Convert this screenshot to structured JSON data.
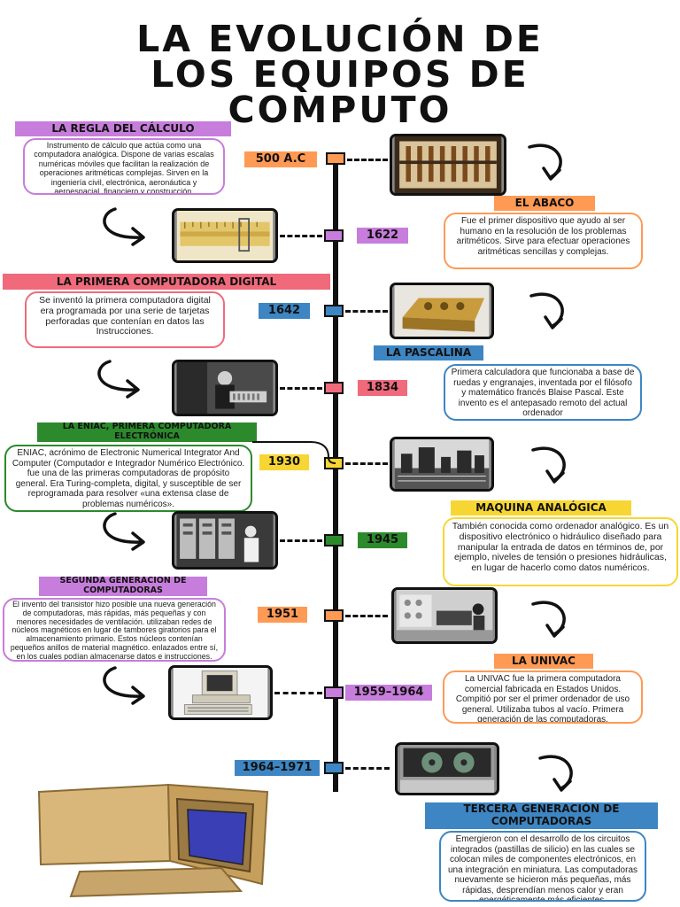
{
  "title": {
    "line1": "LA EVOLUCIÓN DE",
    "line2": "LOS EQUIPOS DE",
    "line3": "COMPUTO"
  },
  "colors": {
    "purple": "#c77ddb",
    "orange": "#ff9a55",
    "pink": "#f06a7c",
    "blue": "#3d86c3",
    "green": "#2c8a2c",
    "yellow": "#f7d633",
    "spine": "#111111"
  },
  "entries": [
    {
      "year": "500 A.C",
      "heading": "EL ABACO",
      "text": "Fue el primer dispositivo que ayudo al ser humano en la resolución de los problemas aritméticos. Sirve para efectuar operaciones aritméticas sencillas y complejas.",
      "color": "orange",
      "photo_icon": "abacus-photo"
    },
    {
      "year": "1622",
      "heading": "LA REGLA DEL CÁLCULO",
      "text": "Instrumento de cálculo que actúa como una computadora analógica. Dispone de varias escalas numéricas móviles que facilitan la realización de operaciones aritméticas complejas. Sirven en la ingeniería civil, electrónica, aeronáutica y aeroespacial, financiero y construcción.",
      "color": "purple",
      "photo_icon": "slide-rule-photo"
    },
    {
      "year": "1642",
      "heading": "LA PASCALINA",
      "text": "Primera calculadora que funcionaba a base de ruedas y engranajes, inventada por el filósofo y matemático francés Blaise Pascal. Este invento es el antepasado remoto del actual ordenador",
      "color": "blue",
      "photo_icon": "pascaline-photo"
    },
    {
      "year": "1834",
      "heading": "LA PRIMERA COMPUTADORA DIGITAL",
      "text": "Se inventó la primera computadora digital era programada por una serie de tarjetas perforadas que contenían en datos las Instrucciones.",
      "color": "pink",
      "photo_icon": "punch-card-computer-photo"
    },
    {
      "year": "1930",
      "heading": "MAQUINA ANALÓGICA",
      "text": "También conocida como ordenador analógico. Es un dispositivo electrónico o hidráulico diseñado para manipular la entrada de datos en términos de, por ejemplo, niveles de tensión o presiones hidráulicas, en lugar de hacerlo como datos numéricos.",
      "color": "yellow",
      "photo_icon": "analog-machine-photo"
    },
    {
      "year": "1945",
      "heading": "LA ENIAC, PRIMERA COMPUTADORA ELECTRÓNICA",
      "text": "ENIAC, acrónimo de Electronic Numerical Integrator And Computer (Computador e Integrador Numérico Electrónico. fue una de las primeras computadoras de propósito general. Era Turing-completa, digital, y susceptible de ser reprogramada para resolver «una extensa clase de problemas numéricos».",
      "color": "green",
      "photo_icon": "eniac-photo"
    },
    {
      "year": "1951",
      "heading": "LA UNIVAC",
      "text": "La UNIVAC fue la primera computadora comercial fabricada en Estados Unidos. Compitió por ser el primer ordenador de uso general. Utilizaba tubos al vacío. Primera generación de las computadoras.",
      "color": "orange",
      "photo_icon": "univac-photo"
    },
    {
      "year": "1959–1964",
      "heading": "SEGUNDA GENERACIÓN DE COMPUTADORAS",
      "text": "El invento del transistor hizo posible una nueva generación de computadoras, más rápidas, más pequeñas y con menores necesidades de ventilación. utilizaban redes de núcleos magnéticos en lugar de tambores giratorios para el almacenamiento primario. Estos núcleos contenían pequeños anillos de material magnético. enlazados entre sí, en los cuales podían almacenarse datos e instrucciones.",
      "color": "purple",
      "photo_icon": "personal-computer-photo"
    },
    {
      "year": "1964–1971",
      "heading": "TERCERA GENERACIÓN DE COMPUTADORAS",
      "text": "Emergieron con el desarrollo de los circuitos integrados (pastillas de silicio) en las cuales se colocan miles de componentes electrónicos, en una integración en miniatura. Las computadoras nuevamente se hicieron más pequeñas, más rápidas, desprendían menos calor y eran energéticamente más eficientes.",
      "color": "blue",
      "photo_icon": "tape-drive-computer-photo"
    }
  ],
  "decor": {
    "monitor_icon": "retro-computer-icon",
    "arrow_icon": "curved-arrow-icon"
  }
}
